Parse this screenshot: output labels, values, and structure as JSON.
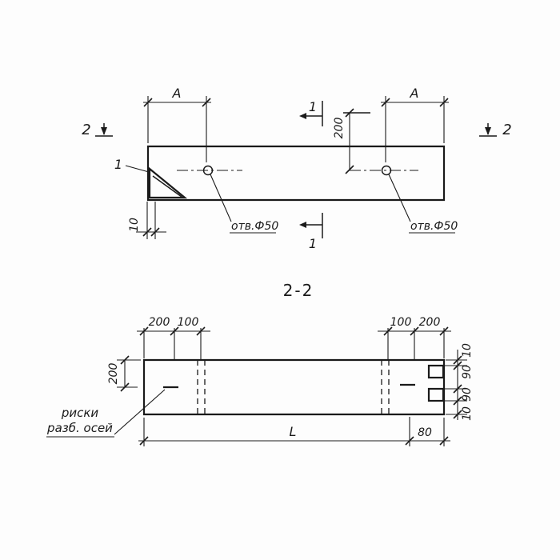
{
  "title": {
    "section_label": "2-2"
  },
  "plan_view": {
    "dim_a_left": "A",
    "dim_a_right": "A",
    "section_mark_2_left": "2",
    "section_mark_2_right": "2",
    "section_mark_1_top": "1",
    "section_mark_1_bottom": "1",
    "dim_200_vertical": "200",
    "dim_10": "10",
    "detail_callout": "1",
    "hole_left_label": "отв.Ф50",
    "hole_right_label": "отв.Ф50"
  },
  "section_view": {
    "dim_top_left_200": "200",
    "dim_top_left_100": "100",
    "dim_top_right_100": "100",
    "dim_top_right_200": "200",
    "dim_left_200": "200",
    "dim_right_10_top": "10",
    "dim_right_90_upper": "90",
    "dim_right_90_lower": "90",
    "dim_right_10_bottom": "10",
    "dim_length": "L",
    "dim_80": "80",
    "axis_note_line1": "риски",
    "axis_note_line2": "разб. осей"
  }
}
